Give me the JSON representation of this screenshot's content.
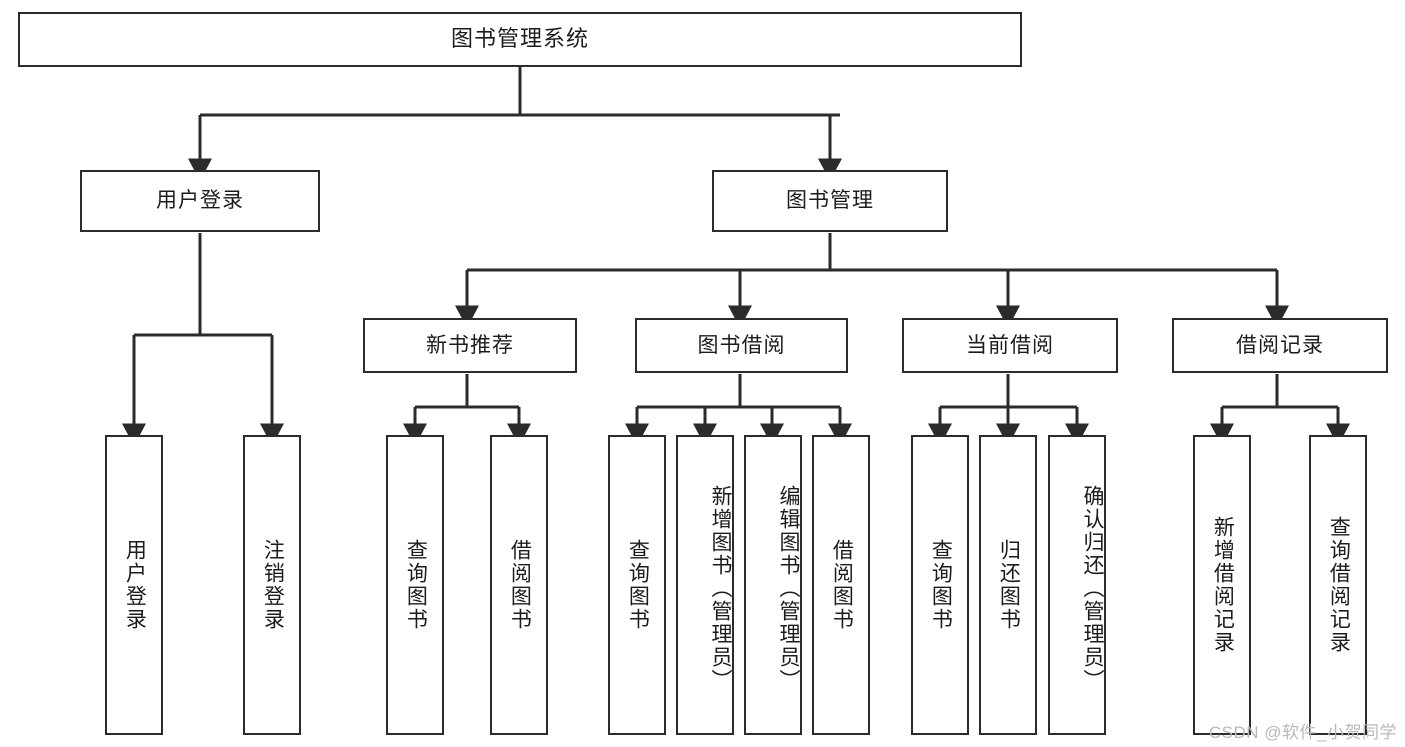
{
  "diagram": {
    "title": "图书管理系统",
    "type": "tree-hierarchy",
    "watermark": "CSDN @软件_小贺同学",
    "colors": {
      "stroke": "#2b2b2b",
      "fill": "#ffffff",
      "text": "#1c1c1c",
      "watermark": "#b9b9b9"
    },
    "root": {
      "id": "root",
      "label": "图书管理系统"
    },
    "level2": [
      {
        "id": "user-login",
        "label": "用户登录"
      },
      {
        "id": "book-manage",
        "label": "图书管理"
      }
    ],
    "level3": [
      {
        "id": "new-book-rec",
        "label": "新书推荐"
      },
      {
        "id": "book-borrow",
        "label": "图书借阅"
      },
      {
        "id": "current-borrow",
        "label": "当前借阅"
      },
      {
        "id": "borrow-record",
        "label": "借阅记录"
      }
    ],
    "leaves": {
      "user_login": [
        {
          "id": "leaf-user-login",
          "label": "用户登录"
        },
        {
          "id": "leaf-user-logout",
          "label": "注销登录"
        }
      ],
      "new_book_rec": [
        {
          "id": "leaf-query-book-1",
          "label": "查询图书"
        },
        {
          "id": "leaf-borrow-book-1",
          "label": "借阅图书"
        }
      ],
      "book_borrow": [
        {
          "id": "leaf-query-book-2",
          "label": "查询图书"
        },
        {
          "id": "leaf-add-book",
          "label": "新增图书（管理员）"
        },
        {
          "id": "leaf-edit-book",
          "label": "编辑图书（管理员）"
        },
        {
          "id": "leaf-borrow-book-2",
          "label": "借阅图书"
        }
      ],
      "current_borrow": [
        {
          "id": "leaf-query-book-3",
          "label": "查询图书"
        },
        {
          "id": "leaf-return-book",
          "label": "归还图书"
        },
        {
          "id": "leaf-confirm-return",
          "label": "确认归还（管理员）"
        }
      ],
      "borrow_record": [
        {
          "id": "leaf-add-record",
          "label": "新增借阅记录"
        },
        {
          "id": "leaf-query-record",
          "label": "查询借阅记录"
        }
      ]
    }
  }
}
